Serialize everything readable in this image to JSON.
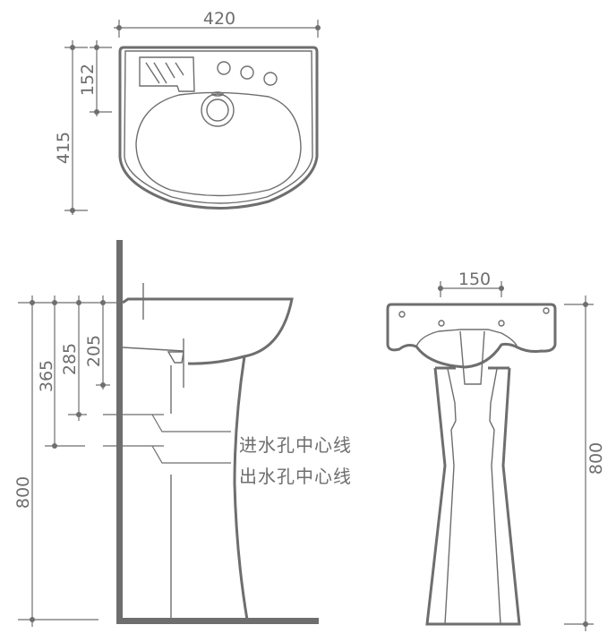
{
  "top_view": {
    "width_dim": "420",
    "depth_dim": "415",
    "drain_dim": "152"
  },
  "side_view": {
    "dims": {
      "total_height": "800",
      "outlet_depth": "365",
      "inlet_depth": "285",
      "drain_depth": "205"
    },
    "labels": {
      "inlet_centerline": "进水孔中心线",
      "outlet_centerline": "出水孔中心线"
    }
  },
  "front_view": {
    "mount_spacing_dim": "150",
    "height_dim": "800"
  },
  "colors": {
    "line": "#6e6e6e"
  }
}
